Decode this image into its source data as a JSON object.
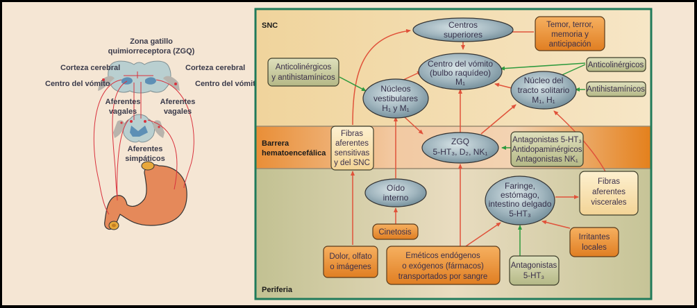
{
  "anatomy": {
    "labels": {
      "zgq_line1": "Zona gatillo",
      "zgq_line2": "quimiorreceptora (ZGQ)",
      "cortex_left": "Corteza cerebral",
      "cortex_right": "Corteza cerebral",
      "vomit_center_left": "Centro del vómito",
      "vomit_center_right": "Centro del vómito",
      "vagal_left_1": "Aferentes",
      "vagal_left_2": "vagales",
      "vagal_right_1": "Aferentes",
      "vagal_right_2": "vagales",
      "sympathetic_1": "Aferentes",
      "sympathetic_2": "simpáticos"
    }
  },
  "diagram": {
    "bands": {
      "cns": "SNC",
      "barrier_1": "Barrera",
      "barrier_2": "hematoencefálica",
      "periphery": "Periferia"
    },
    "colors": {
      "frame": "#1f7a5a",
      "cns_band": "#f1d8a8",
      "barrier_band": "#e9963e",
      "periphery_band": "#c9c79c",
      "arrow_red": "#e0523a",
      "arrow_green": "#2e9a3e",
      "oval_fill": "#9fb4bd",
      "orange_box": "#e9913a",
      "green_box": "#c6c99a",
      "cream_box": "#f8e2b4"
    },
    "nodes": {
      "higher_centers": [
        "Centros",
        "superiores"
      ],
      "vomit_center": [
        "Centro del vómito",
        "(bulbo raquídeo)",
        "M₁"
      ],
      "vestibular_nuclei": [
        "Núcleos",
        "vestibulares",
        "H₁ y M₁"
      ],
      "solitary_tract": [
        "Núcleo del",
        "tracto solitario",
        "M₁, H₁"
      ],
      "fear": [
        "Temor, terror,",
        "memoria y",
        "anticipación"
      ],
      "anticholinergics_antihistamines": [
        "Anticolinérgicos",
        "y antihistamínicos"
      ],
      "anticholinergics": [
        "Anticolinérgicos"
      ],
      "antihistamines": [
        "Antihistamínicos"
      ],
      "sensory_fibers": [
        "Fibras",
        "aferentes",
        "sensitivas",
        "y del SNC"
      ],
      "ctz": [
        "ZGQ",
        "5-HT₃, D₂, NK₁"
      ],
      "ctz_antagonists": [
        "Antagonistas 5-HT₃",
        "Antidopaminérgicos",
        "Antagonistas NK₁"
      ],
      "inner_ear": [
        "Oído",
        "interno"
      ],
      "gut": [
        "Faringe,",
        "estómago,",
        "intestino delgado",
        "5-HT₃"
      ],
      "visceral_fibers": [
        "Fibras",
        "aferentes",
        "viscerales"
      ],
      "motion_sickness": [
        "Cinetosis"
      ],
      "pain_smell": [
        "Dolor, olfato",
        "o imágenes"
      ],
      "emetics": [
        "Eméticos endógenos",
        "o exógenos (fármacos)",
        "transportados por sangre"
      ],
      "local_irritants": [
        "Irritantes",
        "locales"
      ],
      "ht3_antagonists": [
        "Antagonistas",
        "5-HT₃"
      ]
    }
  }
}
